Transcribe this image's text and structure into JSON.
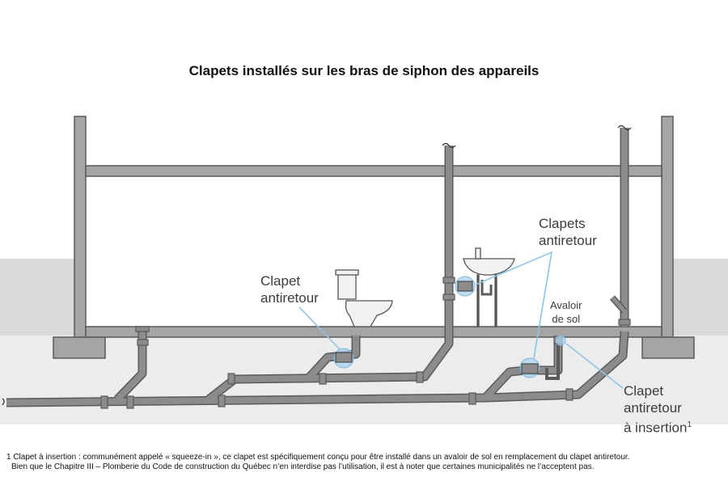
{
  "title": "Clapets installés sur les bras de siphon des appareils",
  "labels": {
    "clapet_toilet_line1": "Clapet",
    "clapet_toilet_line2": "antiretour",
    "clapets_sink_line1": "Clapets",
    "clapets_sink_line2": "antiretour",
    "avaloir_line1": "Avaloir",
    "avaloir_line2": "de sol",
    "clapet_insertion_line1": "Clapet",
    "clapet_insertion_line2": "antiretour",
    "clapet_insertion_line3": "à insertion",
    "clapet_insertion_sup": "1"
  },
  "footnote": {
    "line1": "1 Clapet à insertion : communément appelé « squeeze-in », ce clapet est spécifiquement conçu pour être installé dans un avaloir de sol en remplacement du clapet antiretour.",
    "line2": "Bien que le Chapitre III – Plomberie du Code de construction du Québec n’en interdise pas l’utilisation, il est à noter que certaines municipalités ne l’acceptent pas."
  },
  "colors": {
    "pipe": "#8c8c8c",
    "pipe_outline": "#5a5a5a",
    "wall": "#a5a5a5",
    "ground": "#d9d9d9",
    "valve_highlight": "#a9d3ee",
    "leader_line": "#8cc4e8"
  }
}
